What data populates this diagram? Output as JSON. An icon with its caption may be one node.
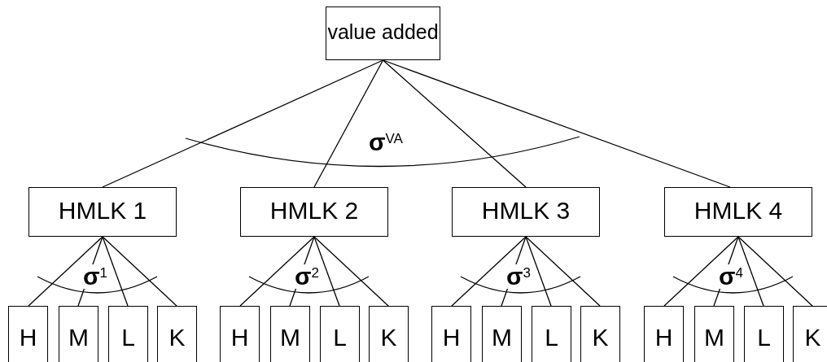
{
  "diagram": {
    "nodes": [
      {
        "text": [
          "value added"
        ]
      },
      {
        "text": [
          "HMLK 1"
        ]
      },
      {
        "text": [
          "HMLK 2"
        ]
      },
      {
        "text": [
          "HMLK 3"
        ]
      },
      {
        "text": [
          "HMLK 4"
        ]
      },
      {
        "text": [
          "H"
        ]
      },
      {
        "text": [
          "M"
        ]
      },
      {
        "text": [
          "L"
        ]
      },
      {
        "text": [
          "K"
        ]
      },
      {
        "text": [
          "H"
        ]
      },
      {
        "text": [
          "M"
        ]
      },
      {
        "text": [
          "L"
        ]
      },
      {
        "text": [
          "K"
        ]
      },
      {
        "text": [
          "H"
        ]
      },
      {
        "text": [
          "M"
        ]
      },
      {
        "text": [
          "L"
        ]
      },
      {
        "text": [
          "K"
        ]
      },
      {
        "text": [
          "H"
        ]
      },
      {
        "text": [
          "M"
        ]
      },
      {
        "text": [
          "L"
        ]
      },
      {
        "text": [
          "K"
        ]
      }
    ],
    "edges": [
      {
        "from": 0,
        "to": 1,
        "arrow": "none"
      },
      {
        "from": 0,
        "to": 2,
        "arrow": "none"
      },
      {
        "from": 0,
        "to": 3,
        "arrow": "none"
      },
      {
        "from": 0,
        "to": 4,
        "arrow": "none"
      },
      {
        "from": 1,
        "to": 5,
        "arrow": "none"
      },
      {
        "from": 1,
        "to": 6,
        "arrow": "none"
      },
      {
        "from": 1,
        "to": 7,
        "arrow": "none"
      },
      {
        "from": 1,
        "to": 8,
        "arrow": "none"
      },
      {
        "from": 2,
        "to": 9,
        "arrow": "none"
      },
      {
        "from": 2,
        "to": 10,
        "arrow": "none"
      },
      {
        "from": 2,
        "to": 11,
        "arrow": "none"
      },
      {
        "from": 2,
        "to": 12,
        "arrow": "none"
      },
      {
        "from": 3,
        "to": 13,
        "arrow": "none"
      },
      {
        "from": 3,
        "to": 14,
        "arrow": "none"
      },
      {
        "from": 3,
        "to": 15,
        "arrow": "none"
      },
      {
        "from": 3,
        "to": 16,
        "arrow": "none"
      },
      {
        "from": 4,
        "to": 17,
        "arrow": "none"
      },
      {
        "from": 4,
        "to": 18,
        "arrow": "none"
      },
      {
        "from": 4,
        "to": 19,
        "arrow": "none"
      },
      {
        "from": 4,
        "to": 20,
        "arrow": "none"
      }
    ],
    "labels": [
      "σ$^{VA}$",
      "σ$^{1}$",
      "σ$^{2}$",
      "σ$^{3}$",
      "σ$^{4}$"
    ]
  }
}
